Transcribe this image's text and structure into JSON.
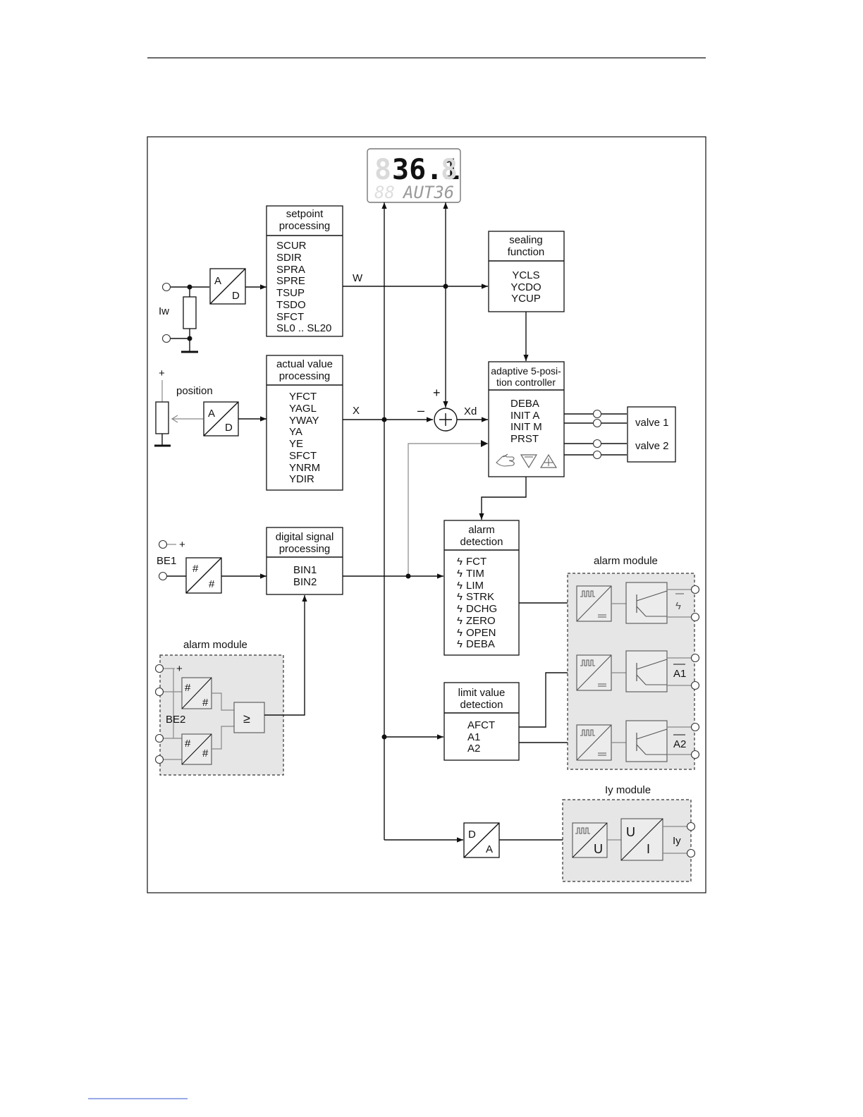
{
  "display": {
    "main_value": "36.1",
    "main_dim_left": "8.",
    "main_dim_right": "8",
    "sub_dim": "88",
    "sub_text": "AUT36"
  },
  "setpoint": {
    "title_line1": "setpoint",
    "title_line2": "processing",
    "params": [
      "SCUR",
      "SDIR",
      "SPRA",
      "SPRE",
      "TSUP",
      "TSDO",
      "SFCT",
      "SL0 .. SL20"
    ]
  },
  "actual": {
    "title_line1": "actual value",
    "title_line2": "processing",
    "params": [
      "YFCT",
      "YAGL",
      "YWAY",
      "YA",
      "YE",
      "SFCT",
      "YNRM",
      "YDIR"
    ]
  },
  "digital": {
    "title_line1": "digital signal",
    "title_line2": "processing",
    "params": [
      "BIN1",
      "BIN2"
    ]
  },
  "sealing": {
    "title_line1": "sealing",
    "title_line2": "function",
    "params": [
      "YCLS",
      "YCDO",
      "YCUP"
    ]
  },
  "controller": {
    "title_line1": "adaptive 5-posi-",
    "title_line2": "tion controller",
    "params": [
      "DEBA",
      "INIT A",
      "INIT M",
      "PRST"
    ]
  },
  "alarm_detection": {
    "title_line1": "alarm",
    "title_line2": "detection",
    "params": [
      "FCT",
      "TIM",
      "LIM",
      "STRK",
      "DCHG",
      "ZERO",
      "OPEN",
      "DEBA"
    ]
  },
  "limit": {
    "title_line1": "limit value",
    "title_line2": "detection",
    "params": [
      "AFCT",
      "A1",
      "A2"
    ]
  },
  "valves": [
    "valve 1",
    "valve 2"
  ],
  "signals": {
    "w": "W",
    "x": "X",
    "xd": "Xd",
    "plus": "+",
    "minus": "–",
    "iw": "Iw",
    "position": "position",
    "be1": "BE1",
    "be2": "BE2",
    "iy": "Iy"
  },
  "converters": {
    "a": "A",
    "d": "D",
    "hash": "#",
    "u": "U",
    "i": "I",
    "ge": "≥"
  },
  "modules": {
    "alarm_right": "alarm module",
    "alarm_left": "alarm module",
    "iy": "Iy module"
  },
  "outputs": {
    "fault_symbol": "ϟ",
    "a1": "A1",
    "a2": "A2"
  }
}
